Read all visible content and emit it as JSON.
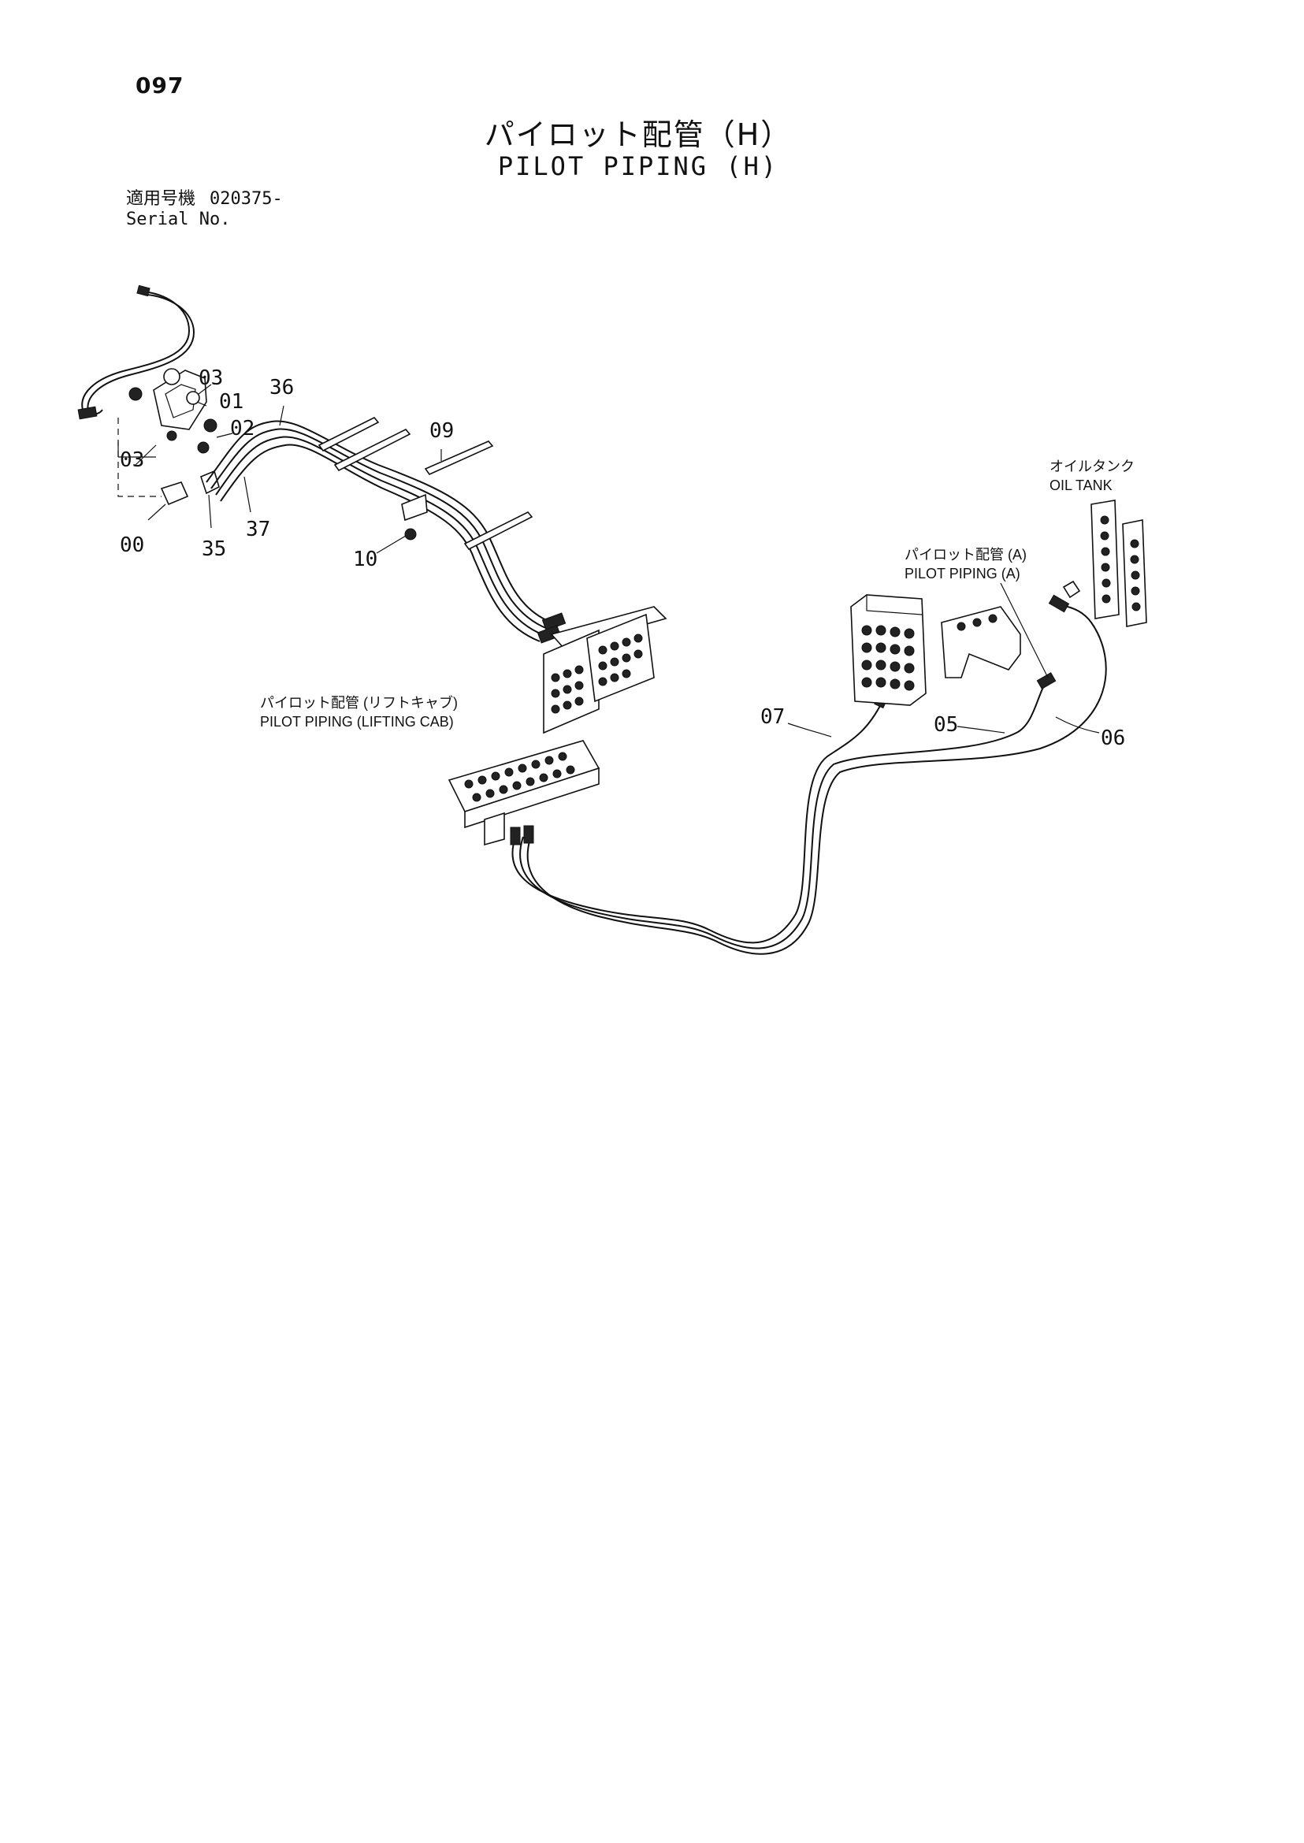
{
  "page_number": "097",
  "title": {
    "ja": "パイロット配管（H）",
    "en": "PILOT PIPING (H)"
  },
  "serial": {
    "label_ja": "適用号機",
    "label_en": "Serial No.",
    "value": "020375-"
  },
  "callouts": {
    "c00": "00",
    "c01": "01",
    "c02": "02",
    "c03a": "03",
    "c03b": "03",
    "c05": "05",
    "c06": "06",
    "c07": "07",
    "c09": "09",
    "c10": "10",
    "c35": "35",
    "c36": "36",
    "c37": "37"
  },
  "notes": {
    "oil_tank_ja": "オイルタンク",
    "oil_tank_en": "OIL TANK",
    "pilot_a_ja": "パイロット配管 (A)",
    "pilot_a_en": "PILOT PIPING (A)",
    "lifting_cab_ja": "パイロット配管 (リフトキャブ)",
    "lifting_cab_en": "PILOT PIPING (LIFTING CAB)"
  }
}
